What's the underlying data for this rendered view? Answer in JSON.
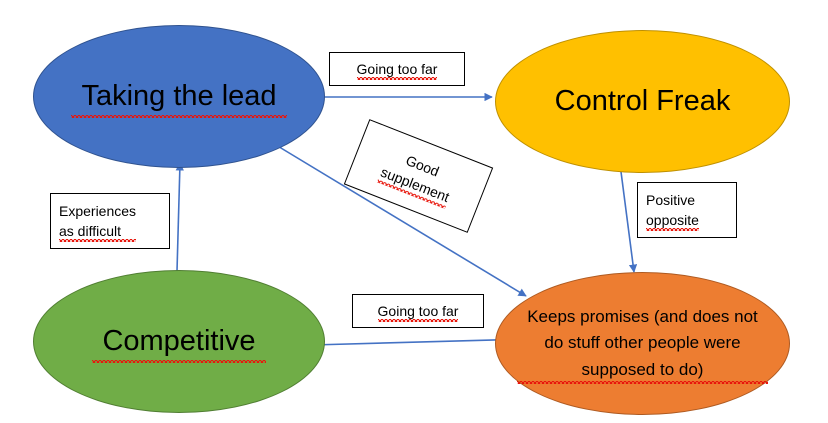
{
  "diagram": {
    "title": "Taking the lead / Control Freak / Competitive behaviour map",
    "background_color": "#FFFFFF",
    "nodes": [
      {
        "id": "taking-the-lead",
        "label": "Taking the lead",
        "shape": "ellipse",
        "fill_color": "#4472C4",
        "border_color": "#2F528F",
        "text_color": "#000000",
        "spellcheck_underline": true
      },
      {
        "id": "control-freak",
        "label": "Control Freak",
        "shape": "ellipse",
        "fill_color": "#FFC000",
        "border_color": "#BF9000",
        "text_color": "#000000",
        "spellcheck_underline": false
      },
      {
        "id": "competitive",
        "label": "Competitive",
        "shape": "ellipse",
        "fill_color": "#70AD47",
        "border_color": "#507E32",
        "text_color": "#000000",
        "spellcheck_underline": true
      },
      {
        "id": "keeps-promises",
        "label": "Keeps promises (and does not\ndo stuff other people were\nsupposed to do)",
        "shape": "ellipse",
        "fill_color": "#ED7D31",
        "border_color": "#AE5A21",
        "text_color": "#000000",
        "spellcheck_underline": true
      }
    ],
    "edge_labels": [
      {
        "id": "going-too-far-top",
        "text": "Going too far",
        "from": "taking-the-lead",
        "to": "control-freak",
        "rotation_deg": 0
      },
      {
        "id": "good-supplement",
        "text": "Good\nsupplement",
        "from": "taking-the-lead",
        "to": "keeps-promises",
        "rotation_deg": 21.5
      },
      {
        "id": "positive-opposite",
        "text": "Positive\nopposite",
        "from": "control-freak",
        "to": "keeps-promises",
        "rotation_deg": 0
      },
      {
        "id": "going-too-far-bottom",
        "text": "Going too far",
        "from": "keeps-promises",
        "to": "competitive",
        "rotation_deg": 0
      },
      {
        "id": "experiences-as-difficult",
        "text": "Experiences\nas difficult",
        "from": "competitive",
        "to": "taking-the-lead",
        "rotation_deg": 0
      }
    ],
    "arrows": [
      {
        "id": "arrow-lead-to-control",
        "from": "taking-the-lead",
        "to": "control-freak",
        "color": "#4472C4"
      },
      {
        "id": "arrow-lead-to-keeps-promises",
        "from": "taking-the-lead",
        "to": "keeps-promises",
        "color": "#4472C4"
      },
      {
        "id": "arrow-control-to-keeps-promises",
        "from": "control-freak",
        "to": "keeps-promises",
        "color": "#4472C4"
      },
      {
        "id": "arrow-keeps-promises-to-competitive",
        "from": "keeps-promises",
        "to": "competitive",
        "color": "#4472C4"
      },
      {
        "id": "arrow-competitive-to-lead",
        "from": "competitive",
        "to": "taking-the-lead",
        "color": "#4472C4"
      }
    ]
  }
}
